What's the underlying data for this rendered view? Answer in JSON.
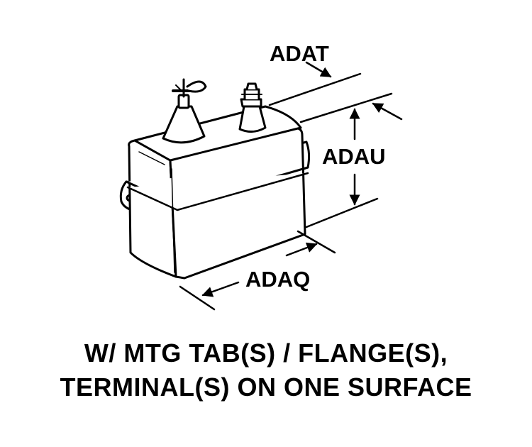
{
  "dimensions": {
    "adat": "ADAT",
    "adau": "ADAU",
    "adaq": "ADAQ"
  },
  "caption": {
    "line1": "W/ MTG TAB(S) / FLANGE(S),",
    "line2": "TERMINAL(S) ON ONE SURFACE"
  }
}
